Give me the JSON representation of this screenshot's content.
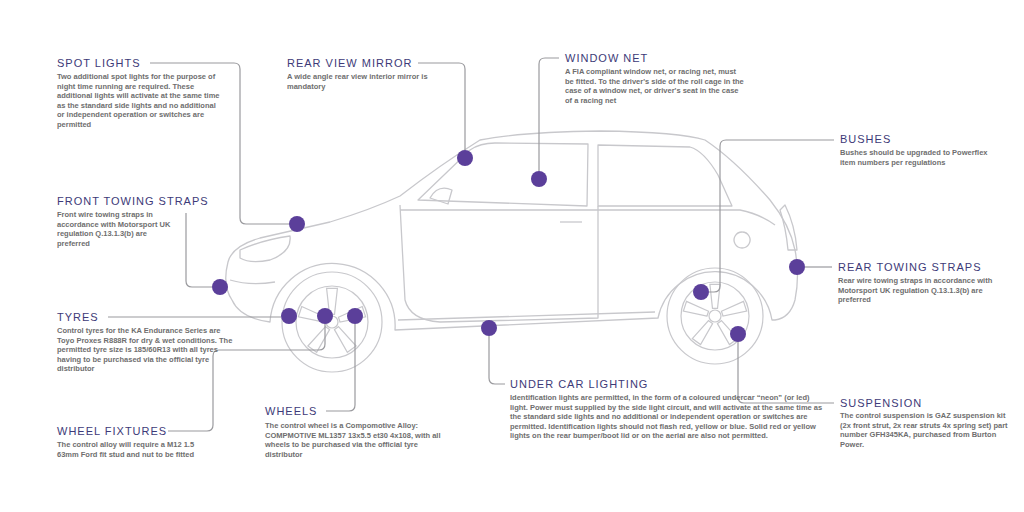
{
  "diagram": {
    "labels": [
      "SPOT LIGHTS",
      "Two additional spot lights for the purpose of night time running are required. These additional lights will activate at the same time as the standard side lights and no additional or independent operation or switches are permitted",
      "REAR VIEW MIRROR",
      "A wide angle rear view interior mirror is mandatory",
      "WINDOW NET",
      "A FIA compliant window net, or racing net, must be fitted. To the driver's side of the roll cage in the case of a window net, or driver's seat in the case of a racing net",
      "BUSHES",
      "Bushes should be upgraded to Powerflex item numbers per regulations",
      "FRONT TOWING STRAPS",
      "Front wire towing straps in accordance with Motorsport UK regulation Q.13.1.3(b) are preferred",
      "REAR TOWING STRAPS",
      "Rear wire towing straps in accordance with Motorsport UK regulation Q.13.1.3(b) are preferred",
      "TYRES",
      "Control tyres for the KA Endurance Series are Toyo Proxes R888R for dry & wet conditions. The permitted tyre size is 185/60R13 with all tyres having to be purchased via the official tyre distributor",
      "UNDER CAR LIGHTING",
      "Identification lights are permitted, in the form of a coloured undercar “neon” (or led) light. Power must supplied by the side light circuit, and will activate at the same time as the standard side lights and no additional or independent operation or switches are permitted. Identification lights should not flash red, yellow or blue. Solid red or yellow lights on the rear bumper/boot lid or on the aerial are also not permitted.",
      "SUSPENSION",
      "The control suspension is GAZ suspension kit (2x front strut, 2x rear struts 4x spring set) part number GFH345KA, purchased from Burton Power.",
      "WHEELS",
      "The control wheel is a Compomotive Alloy: COMPMOTIVE ML1357 13x5.5 et30 4x108, with all wheels to be purchased via the official tyre distributor",
      "WHEEL FIXTURES",
      "The control alloy will require a M12 1.5 63mm Ford fit stud and nut to be fitted"
    ]
  }
}
